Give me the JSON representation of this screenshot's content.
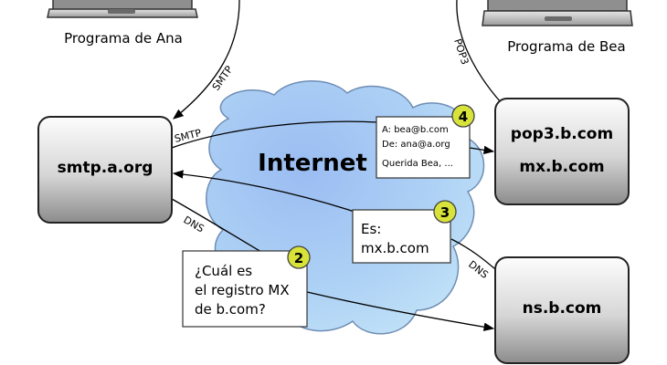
{
  "clients": {
    "ana_label": "Programa de Ana",
    "bea_label": "Programa de Bea"
  },
  "servers": {
    "smtp_a": "smtp.a.org",
    "pop3_b": "pop3.b.com",
    "mx_b": "mx.b.com",
    "ns_b": "ns.b.com"
  },
  "network": {
    "internet_label": "Internet"
  },
  "protocols": {
    "smtp_client": "SMTP",
    "smtp_server": "SMTP",
    "pop3": "POP3",
    "dns_left": "DNS",
    "dns_right": "DNS"
  },
  "steps": {
    "step2": {
      "number": "2",
      "line1": "¿Cuál es",
      "line2": "el registro MX",
      "line3": "de b.com?"
    },
    "step3": {
      "number": "3",
      "line1": "Es:",
      "line2": "mx.b.com"
    },
    "step4": {
      "number": "4",
      "to": "A: bea@b.com",
      "from": "De: ana@a.org",
      "body": "Querida Bea, ..."
    }
  },
  "colors": {
    "cloud": "#a9cdf5",
    "badge": "#d8e33a",
    "server_top": "#ffffff",
    "server_bottom": "#8a8a8a"
  }
}
